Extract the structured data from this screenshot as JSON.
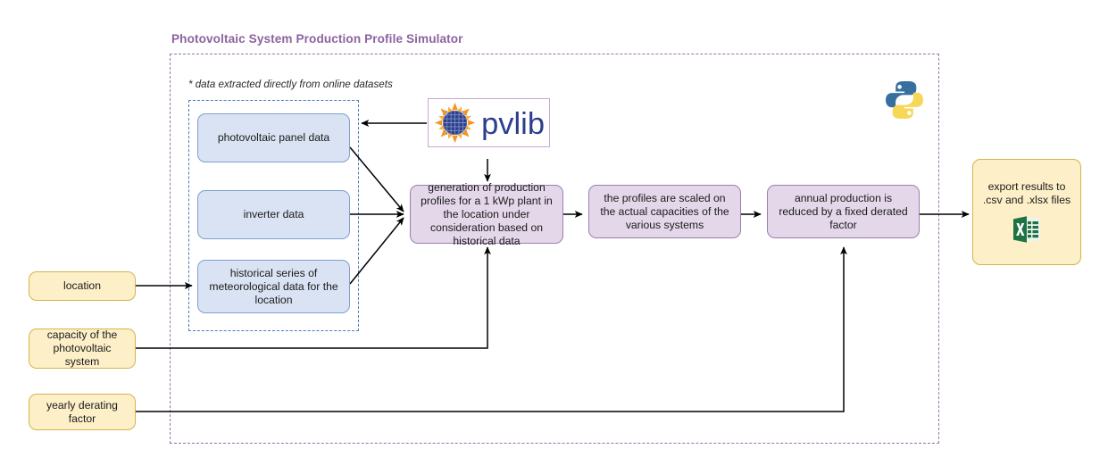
{
  "title": "Photovoltaic System Production Profile Simulator",
  "note": "* data extracted directly from online datasets",
  "colors": {
    "title_purple": "#8c63a0",
    "outer_frame_dashed": "#9b6fa8",
    "inner_frame_dashed": "#4a79c0",
    "blue_node_fill": "#dae3f3",
    "blue_node_border": "#7f9fd0",
    "purple_node_fill": "#e4d7ea",
    "purple_node_border": "#9a7fae",
    "yellow_node_fill": "#fdf0c8",
    "yellow_node_border": "#d3b44a",
    "arrow": "#000000",
    "excel_green": "#1f7244",
    "python_blue": "#376f9e",
    "python_yellow": "#f7d758",
    "pvlib_orange": "#f08a22",
    "pvlib_blue": "#2b3f8c"
  },
  "data_sources": {
    "group_label": "online datasets group",
    "items": [
      {
        "id": "pv-panel-data",
        "label": "photovoltaic panel data"
      },
      {
        "id": "inverter-data",
        "label": "inverter data"
      },
      {
        "id": "meteo-data",
        "label": "historical series of meteorological data for the location"
      }
    ]
  },
  "inputs": [
    {
      "id": "location",
      "label": "location"
    },
    {
      "id": "capacity",
      "label": "capacity of the photovoltaic system"
    },
    {
      "id": "derating",
      "label": "yearly derating factor"
    }
  ],
  "process_steps": [
    {
      "id": "generation",
      "label": "generation of production profiles for a 1 kWp plant in the location under consideration based on historical data"
    },
    {
      "id": "scaling",
      "label": "the profiles are scaled on the actual capacities of the various systems"
    },
    {
      "id": "derate",
      "label": "annual production is reduced by a fixed derated factor"
    }
  ],
  "output": {
    "id": "export",
    "label": "export results to .csv and .xlsx files",
    "icon": "excel-icon"
  },
  "logos": {
    "pvlib": {
      "name": "pvlib-logo",
      "wordmark": "pvlib"
    },
    "python": {
      "name": "python-logo"
    }
  }
}
